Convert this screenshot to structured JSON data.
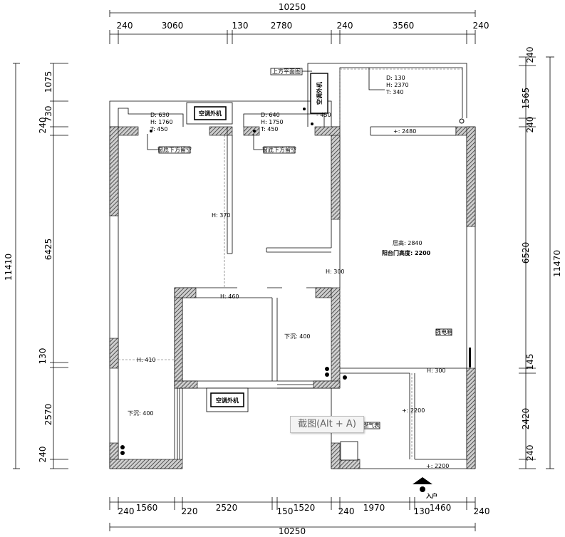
{
  "dims_top": {
    "total": "10250",
    "segments": [
      "240",
      "3060",
      "130",
      "2780",
      "240",
      "3560",
      "240"
    ]
  },
  "dims_bottom": {
    "total": "10250",
    "segments": [
      "240",
      "1560",
      "220",
      "2520",
      "150",
      "1520",
      "240",
      "1970",
      "130",
      "1460",
      "240"
    ]
  },
  "dims_left": {
    "total": "11410",
    "segments": [
      "1075",
      "240",
      "730",
      "6425",
      "130",
      "2570",
      "240"
    ]
  },
  "dims_right": {
    "total": "11470",
    "segments": [
      "240",
      "1565",
      "240",
      "6520",
      "145",
      "2420",
      "240"
    ]
  },
  "notes": {
    "ac_top": "空调外机",
    "ac_bottom": "空调外机",
    "ac_vertical": "空调外机",
    "room1": {
      "d": "D: 630",
      "h": "H: 1760",
      "t": "T: 450"
    },
    "room2": {
      "d": "D: 640",
      "h": "H: 1750",
      "t": "T: 450"
    },
    "balcony": {
      "d": "D: 130",
      "h": "H: 2370",
      "t": "T: 340"
    },
    "beam_note_1": "窗底下方留空",
    "beam_note_2": "窗底下方留空",
    "beam_note_3": "上方平面图",
    "h370": "H: 370",
    "h460": "H: 460",
    "h300a": "H: 300",
    "h300b": "H: 300",
    "h410": "H: 410",
    "h450": "- 450",
    "ceiling": "层高: 2840",
    "door_height": "阳台门高度: 2200",
    "sink1": "下沉: 400",
    "sink2": "下沉: 400",
    "plus2480": "+: 2480",
    "plus2200a": "+: 2200",
    "plus2200b": "+: 2200",
    "entry": "入户",
    "meter": "强电箱",
    "gas": "燃气表"
  },
  "tooltip": "截图(Alt + A)"
}
